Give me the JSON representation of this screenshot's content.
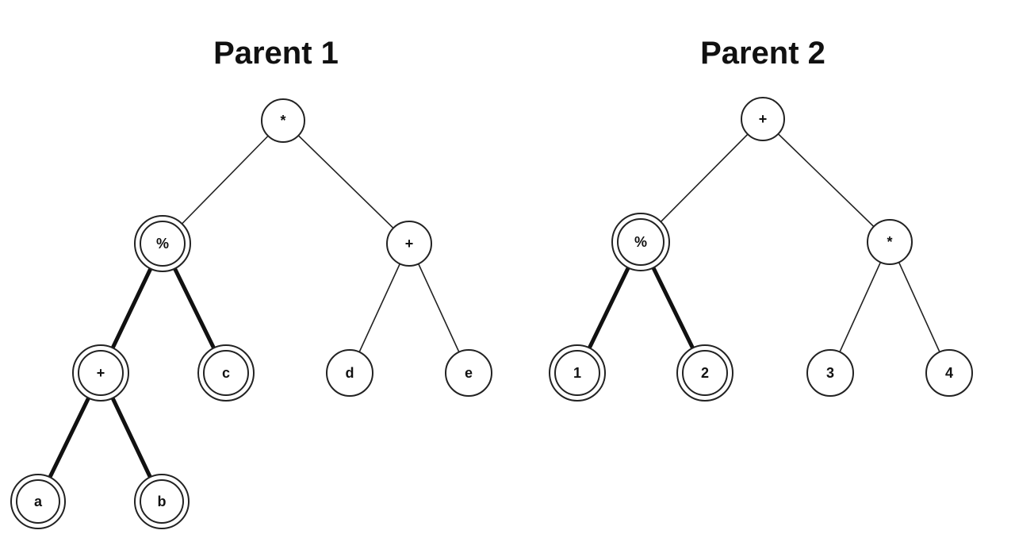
{
  "colors": {
    "background": "#ffffff",
    "ink": "#111111"
  },
  "trees": [
    {
      "id": "parent-1",
      "title": "Parent 1",
      "nodes": [
        {
          "id": "p1-root",
          "label": "*",
          "highlighted": false
        },
        {
          "id": "p1-mod",
          "label": "%",
          "highlighted": true
        },
        {
          "id": "p1-plus-right",
          "label": "+",
          "highlighted": false
        },
        {
          "id": "p1-plus-left",
          "label": "+",
          "highlighted": true
        },
        {
          "id": "p1-c",
          "label": "c",
          "highlighted": true
        },
        {
          "id": "p1-d",
          "label": "d",
          "highlighted": false
        },
        {
          "id": "p1-e",
          "label": "e",
          "highlighted": false
        },
        {
          "id": "p1-a",
          "label": "a",
          "highlighted": true
        },
        {
          "id": "p1-b",
          "label": "b",
          "highlighted": true
        }
      ],
      "edges": [
        {
          "from": "p1-root",
          "to": "p1-mod",
          "highlighted": false
        },
        {
          "from": "p1-root",
          "to": "p1-plus-right",
          "highlighted": false
        },
        {
          "from": "p1-mod",
          "to": "p1-plus-left",
          "highlighted": true
        },
        {
          "from": "p1-mod",
          "to": "p1-c",
          "highlighted": true
        },
        {
          "from": "p1-plus-right",
          "to": "p1-d",
          "highlighted": false
        },
        {
          "from": "p1-plus-right",
          "to": "p1-e",
          "highlighted": false
        },
        {
          "from": "p1-plus-left",
          "to": "p1-a",
          "highlighted": true
        },
        {
          "from": "p1-plus-left",
          "to": "p1-b",
          "highlighted": true
        }
      ]
    },
    {
      "id": "parent-2",
      "title": "Parent 2",
      "nodes": [
        {
          "id": "p2-root",
          "label": "+",
          "highlighted": false
        },
        {
          "id": "p2-mod",
          "label": "%",
          "highlighted": true
        },
        {
          "id": "p2-times",
          "label": "*",
          "highlighted": false
        },
        {
          "id": "p2-1",
          "label": "1",
          "highlighted": true
        },
        {
          "id": "p2-2",
          "label": "2",
          "highlighted": true
        },
        {
          "id": "p2-3",
          "label": "3",
          "highlighted": false
        },
        {
          "id": "p2-4",
          "label": "4",
          "highlighted": false
        }
      ],
      "edges": [
        {
          "from": "p2-root",
          "to": "p2-mod",
          "highlighted": false
        },
        {
          "from": "p2-root",
          "to": "p2-times",
          "highlighted": false
        },
        {
          "from": "p2-mod",
          "to": "p2-1",
          "highlighted": true
        },
        {
          "from": "p2-mod",
          "to": "p2-2",
          "highlighted": true
        },
        {
          "from": "p2-times",
          "to": "p2-3",
          "highlighted": false
        },
        {
          "from": "p2-times",
          "to": "p2-4",
          "highlighted": false
        }
      ]
    }
  ]
}
